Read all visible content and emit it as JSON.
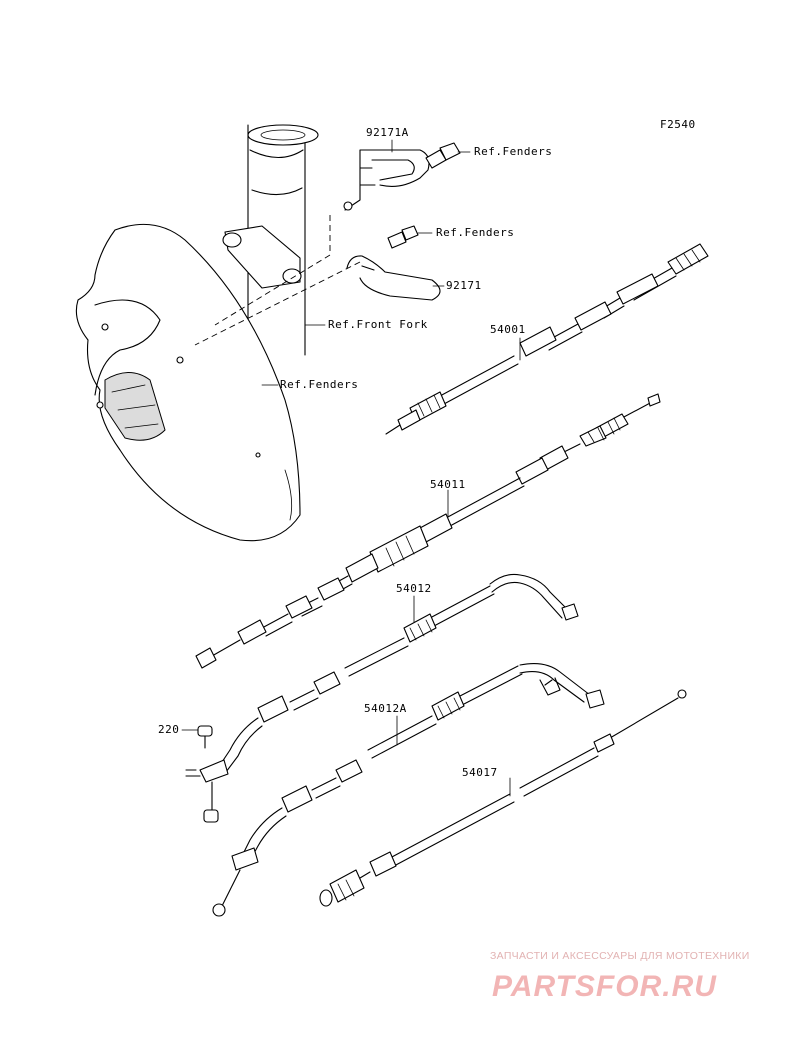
{
  "figure_code": "F2540",
  "callouts": {
    "bracket_a": "92171A",
    "bracket_b": "92171",
    "ref_fenders_1": "Ref.Fenders",
    "ref_fenders_2": "Ref.Fenders",
    "ref_fenders_3": "Ref.Fenders",
    "ref_front_fork": "Ref.Front Fork",
    "speedo_cable": "54001",
    "clutch_cable": "54011",
    "throttle_cable": "54012",
    "throttle_cable_a": "54012A",
    "choke_cable": "54017",
    "screw": "220"
  },
  "watermark": {
    "tagline": "ЗАПЧАСТИ И АКСЕССУАРЫ ДЛЯ МОТОТЕХНИКИ",
    "logo_text": "PARTSFOR.RU",
    "color": "#e04848"
  }
}
